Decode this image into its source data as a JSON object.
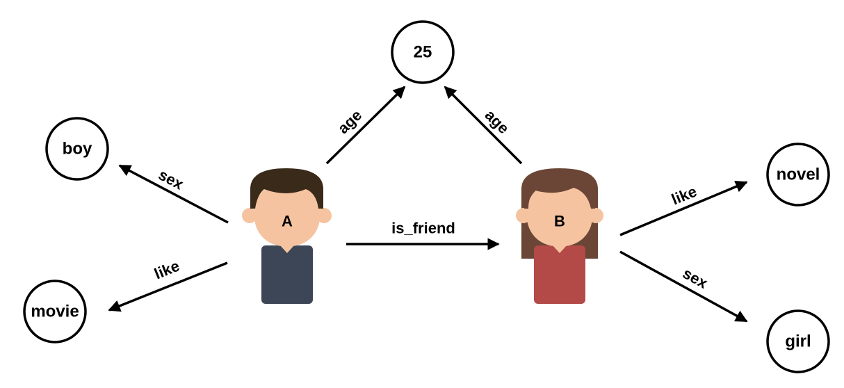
{
  "nodes": {
    "age_value": "25",
    "boy": "boy",
    "movie": "movie",
    "novel": "novel",
    "girl": "girl"
  },
  "persons": {
    "a": {
      "label": "A",
      "hair_color": "#3a2a1a",
      "skin_color": "#f6c3a0",
      "shirt_color": "#3d4656"
    },
    "b": {
      "label": "B",
      "hair_color": "#6b4636",
      "skin_color": "#f6c3a0",
      "shirt_color": "#b34a48"
    }
  },
  "edges": {
    "a_age": "age",
    "b_age": "age",
    "a_sex": "sex",
    "a_like": "like",
    "is_friend": "is_friend",
    "b_like": "like",
    "b_sex": "sex"
  }
}
